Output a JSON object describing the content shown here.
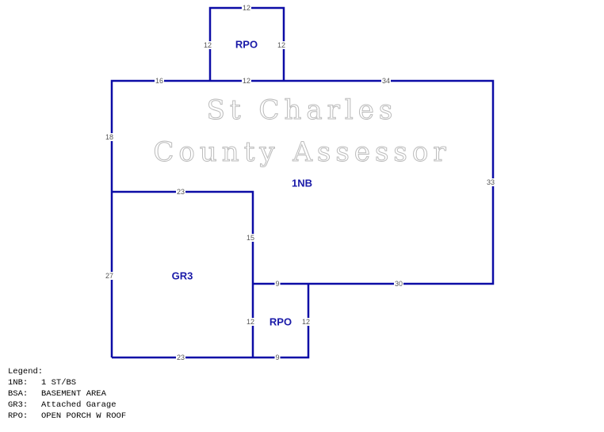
{
  "watermark": {
    "line1": "St Charles",
    "line2": "County Assessor"
  },
  "areas": {
    "porch_top": "RPO",
    "main": "1NB",
    "garage": "GR3",
    "porch_bottom": "RPO"
  },
  "dimensions": {
    "porch_top_top": "12",
    "porch_top_left": "12",
    "porch_top_right": "12",
    "main_top_left": "16",
    "main_top_mid": "12",
    "main_top_right": "34",
    "main_left": "18",
    "main_right": "33",
    "garage_top": "23",
    "garage_right": "15",
    "garage_left": "27",
    "main_bottom_left": "9",
    "main_bottom_right": "30",
    "porch_bottom_left": "12",
    "porch_bottom_right": "12",
    "garage_bottom": "23",
    "porch_bottom_bottom": "9"
  },
  "legend": {
    "title": "Legend:",
    "items": [
      {
        "code": "1NB:",
        "desc": "1 ST/BS"
      },
      {
        "code": "BSA:",
        "desc": "BASEMENT AREA"
      },
      {
        "code": "GR3:",
        "desc": "Attached Garage"
      },
      {
        "code": "RPO:",
        "desc": "OPEN PORCH W ROOF"
      }
    ]
  }
}
